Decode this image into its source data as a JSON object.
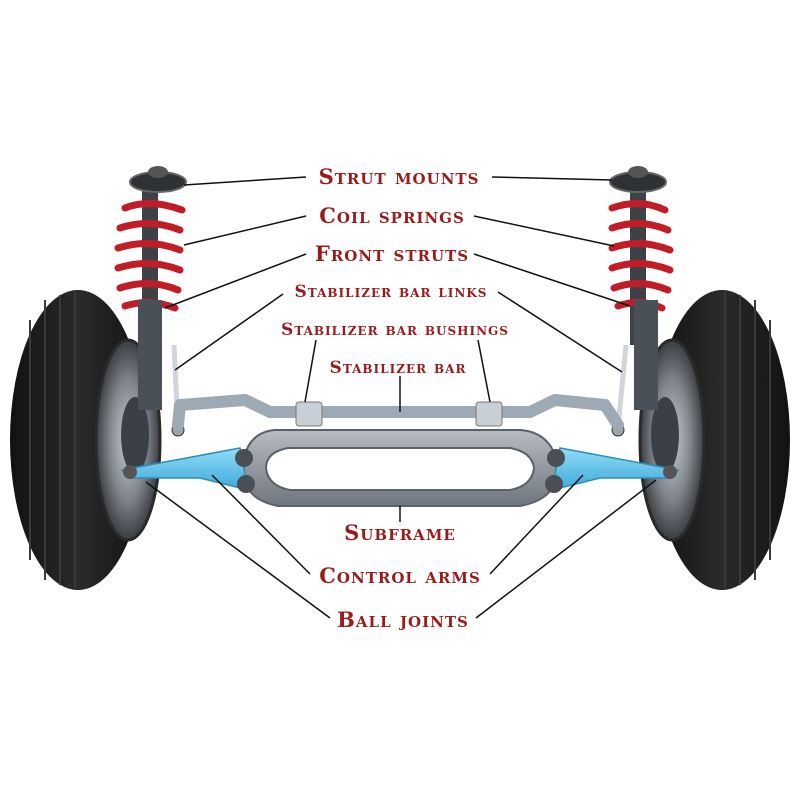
{
  "title": "Front suspension components",
  "colors": {
    "label": "#9b1b1b",
    "leader": "#111111",
    "control_arm": "#64c8ee",
    "subframe": "#8b9299",
    "stabilizer": "#9ea9b6",
    "spring": "#c21d26",
    "tire": "#1e1e1e",
    "rim": "#8a8f96"
  },
  "labels": {
    "strut_mounts": "Strut mounts",
    "coil_springs": "Coil springs",
    "front_struts": "Front struts",
    "stabilizer_bar_links": "Stabilizer bar links",
    "stabilizer_bar_bushings": "Stabilizer bar bushings",
    "stabilizer_bar": "Stabilizer bar",
    "subframe": "Subframe",
    "control_arms": "Control arms",
    "ball_joints": "Ball joints"
  }
}
